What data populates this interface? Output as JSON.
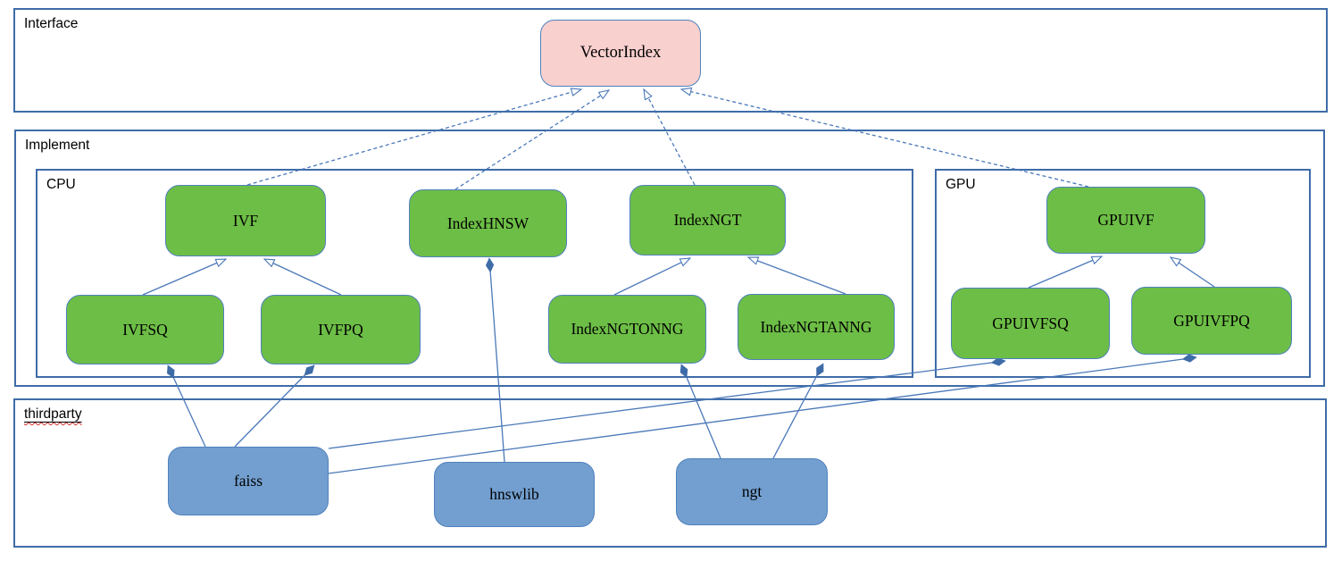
{
  "containers": {
    "interface": {
      "label": "Interface"
    },
    "implement": {
      "label": "Implement"
    },
    "cpu": {
      "label": "CPU"
    },
    "gpu": {
      "label": "GPU"
    },
    "thirdparty": {
      "label": "thirdparty"
    }
  },
  "nodes": {
    "vectorindex": {
      "label": "VectorIndex",
      "layer": "interface"
    },
    "ivf": {
      "label": "IVF",
      "layer": "implement-cpu"
    },
    "indexhnsw": {
      "label": "IndexHNSW",
      "layer": "implement-cpu"
    },
    "indexngt": {
      "label": "IndexNGT",
      "layer": "implement-cpu"
    },
    "ivfsq": {
      "label": "IVFSQ",
      "layer": "implement-cpu"
    },
    "ivfpq": {
      "label": "IVFPQ",
      "layer": "implement-cpu"
    },
    "indexngtonng": {
      "label": "IndexNGTONNG",
      "layer": "implement-cpu"
    },
    "indexngtanng": {
      "label": "IndexNGTANNG",
      "layer": "implement-cpu"
    },
    "gpuivf": {
      "label": "GPUIVF",
      "layer": "implement-gpu"
    },
    "gpuivfsq": {
      "label": "GPUIVFSQ",
      "layer": "implement-gpu"
    },
    "gpuivfpq": {
      "label": "GPUIVFPQ",
      "layer": "implement-gpu"
    },
    "faiss": {
      "label": "faiss",
      "layer": "thirdparty"
    },
    "hnswlib": {
      "label": "hnswlib",
      "layer": "thirdparty"
    },
    "ngt": {
      "label": "ngt",
      "layer": "thirdparty"
    }
  },
  "relations": [
    {
      "from": "IVF",
      "to": "VectorIndex",
      "type": "realization-dashed-hollow-arrow"
    },
    {
      "from": "IndexHNSW",
      "to": "VectorIndex",
      "type": "realization-dashed-hollow-arrow"
    },
    {
      "from": "IndexNGT",
      "to": "VectorIndex",
      "type": "realization-dashed-hollow-arrow"
    },
    {
      "from": "GPUIVF",
      "to": "VectorIndex",
      "type": "realization-dashed-hollow-arrow"
    },
    {
      "from": "IVFSQ",
      "to": "IVF",
      "type": "inheritance-hollow-arrow"
    },
    {
      "from": "IVFPQ",
      "to": "IVF",
      "type": "inheritance-hollow-arrow"
    },
    {
      "from": "IndexNGTONNG",
      "to": "IndexNGT",
      "type": "inheritance-hollow-arrow"
    },
    {
      "from": "IndexNGTANNG",
      "to": "IndexNGT",
      "type": "inheritance-hollow-arrow"
    },
    {
      "from": "GPUIVFSQ",
      "to": "GPUIVF",
      "type": "inheritance-hollow-arrow"
    },
    {
      "from": "GPUIVFPQ",
      "to": "GPUIVF",
      "type": "inheritance-hollow-arrow"
    },
    {
      "from": "faiss",
      "to": "IVFSQ",
      "type": "composition-filled-diamond"
    },
    {
      "from": "faiss",
      "to": "IVFPQ",
      "type": "composition-filled-diamond"
    },
    {
      "from": "faiss",
      "to": "GPUIVFSQ",
      "type": "composition-filled-diamond"
    },
    {
      "from": "faiss",
      "to": "GPUIVFPQ",
      "type": "composition-filled-diamond"
    },
    {
      "from": "hnswlib",
      "to": "IndexHNSW",
      "type": "composition-filled-diamond"
    },
    {
      "from": "ngt",
      "to": "IndexNGTONNG",
      "type": "composition-filled-diamond"
    },
    {
      "from": "ngt",
      "to": "IndexNGTANNG",
      "type": "composition-filled-diamond"
    }
  ],
  "colors": {
    "interface_node_fill": "#f8d0ce",
    "implement_node_fill": "#6dbe46",
    "thirdparty_node_fill": "#729fcf",
    "node_border": "#4f81bd",
    "container_border": "#3e6ca8",
    "connector": "#4a78b8",
    "label_text": "#000000",
    "spellcheck_underline": "#d03030"
  }
}
